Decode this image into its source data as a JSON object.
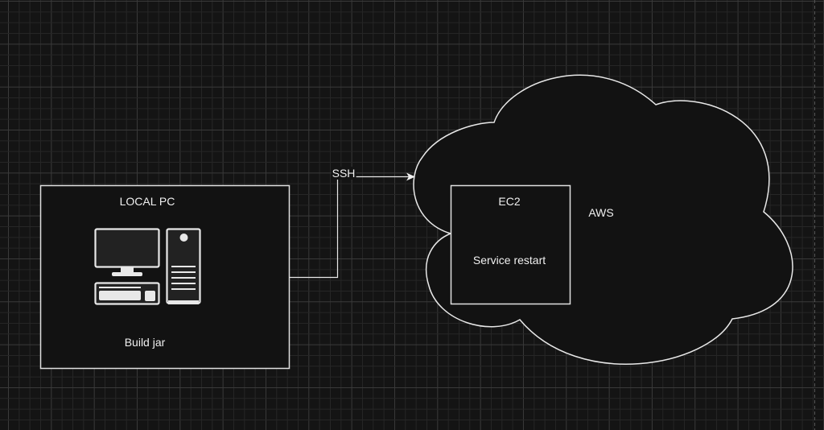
{
  "diagram": {
    "theme": {
      "background": "#141414",
      "grid_minor": "#262626",
      "grid_major": "#3a3a3a",
      "stroke": "#e8e8e8",
      "shape_fill": "#121212",
      "icon_fill": "#222222",
      "text": "#f0f0f0"
    },
    "nodes": {
      "local_pc": {
        "title": "LOCAL PC",
        "caption": "Build jar",
        "icon": "desktop-computer-icon"
      },
      "aws_cloud": {
        "label": "AWS",
        "shape": "cloud"
      },
      "ec2": {
        "title": "EC2",
        "caption": "Service restart"
      }
    },
    "edges": [
      {
        "from": "local_pc",
        "to": "aws_cloud",
        "label": "SSH",
        "style": "orthogonal",
        "arrow": "end"
      }
    ]
  }
}
